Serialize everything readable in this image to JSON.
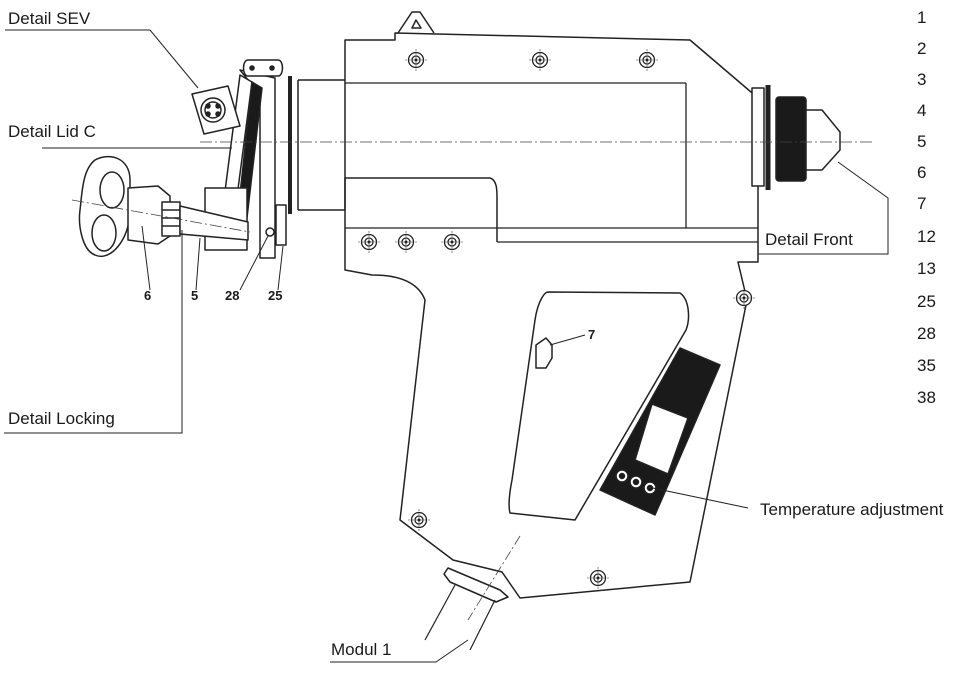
{
  "callouts": {
    "detail_sev": "Detail SEV",
    "detail_lid_c": "Detail Lid C",
    "detail_locking": "Detail Locking",
    "detail_front": "Detail Front",
    "temperature_adjustment": "Temperature adjustment",
    "modul_1": "Modul 1"
  },
  "part_numbers": [
    "1",
    "2",
    "3",
    "4",
    "5",
    "6",
    "7",
    "12",
    "13",
    "25",
    "28",
    "35",
    "38"
  ],
  "drawing_labels": {
    "p6": "6",
    "p5": "5",
    "p28": "28",
    "p25": "25",
    "p7": "7"
  }
}
